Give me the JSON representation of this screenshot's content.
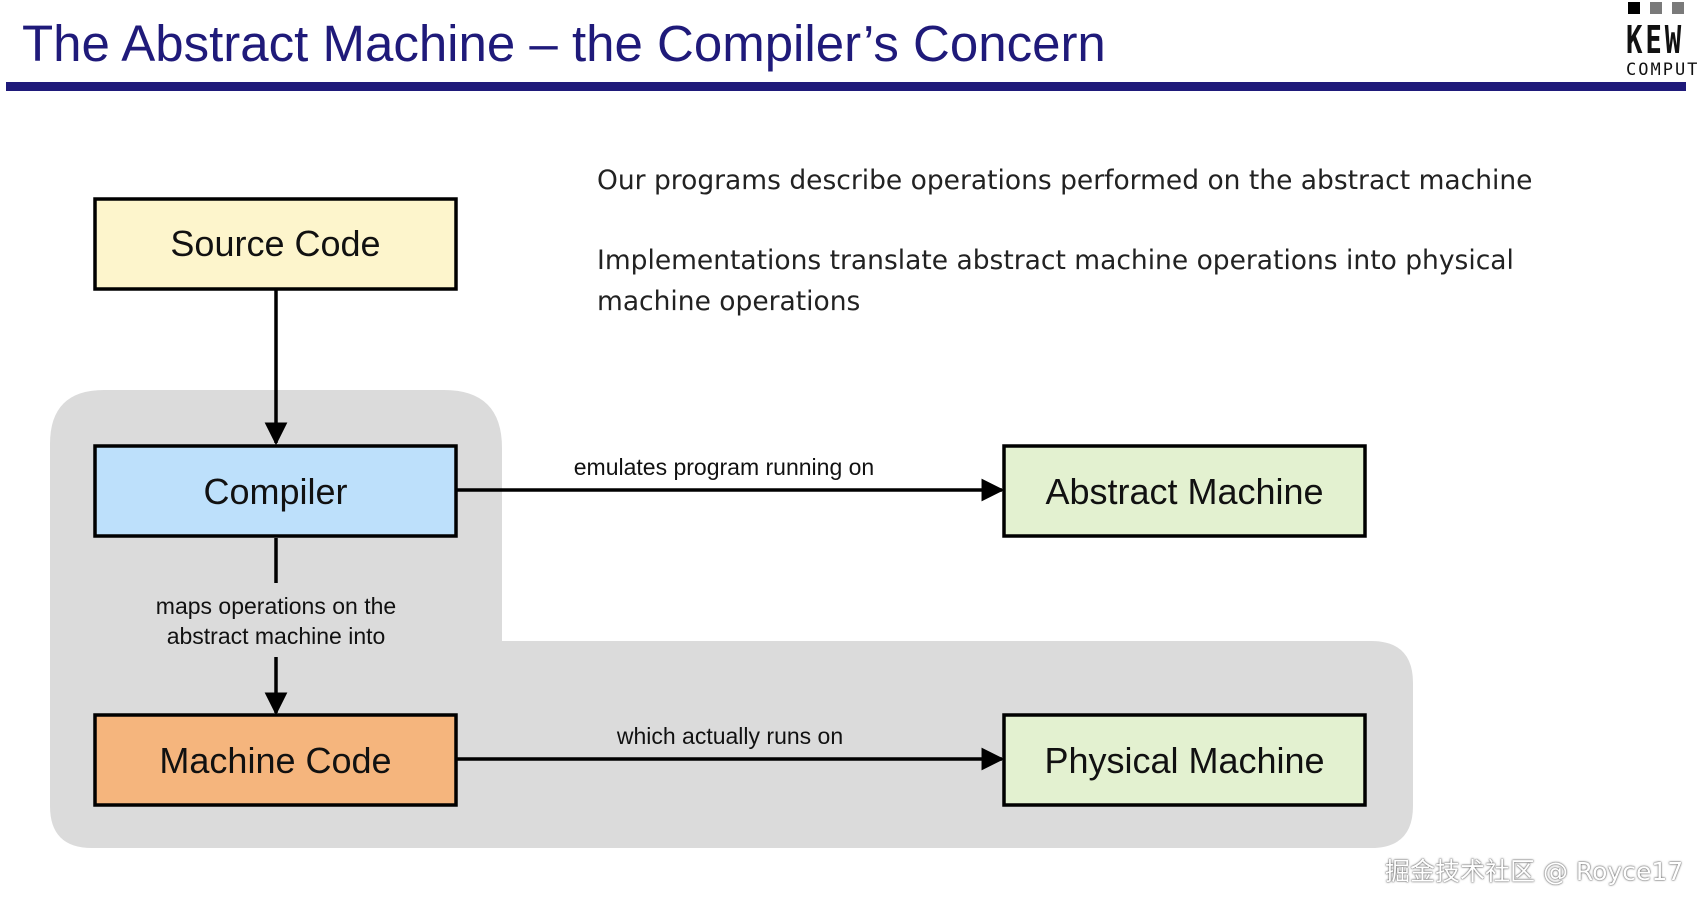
{
  "slide": {
    "title": "The Abstract Machine – the Compiler’s Concern",
    "logo": {
      "name": "KEW",
      "subtitle": "COMPUT"
    },
    "bullets": [
      "Our programs describe operations performed on the abstract machine",
      "Implementations translate abstract machine operations into physical machine operations"
    ]
  },
  "diagram": {
    "nodes": {
      "source_code": {
        "label": "Source Code",
        "fill": "#fdf5cc"
      },
      "compiler": {
        "label": "Compiler",
        "fill": "#bde0fb"
      },
      "machine_code": {
        "label": "Machine Code",
        "fill": "#f5b57d"
      },
      "abstract_machine": {
        "label": "Abstract Machine",
        "fill": "#e3f1d0"
      },
      "physical_machine": {
        "label": "Physical Machine",
        "fill": "#e3f1d0"
      }
    },
    "edges": {
      "emulates": {
        "label": "emulates program running on"
      },
      "maps": {
        "label_line1": "maps operations on the",
        "label_line2": "abstract machine into"
      },
      "runs_on": {
        "label": "which actually runs on"
      }
    },
    "group_fill": "#dbdbdb"
  },
  "watermark": "掘金技术社区 @ Royce17"
}
